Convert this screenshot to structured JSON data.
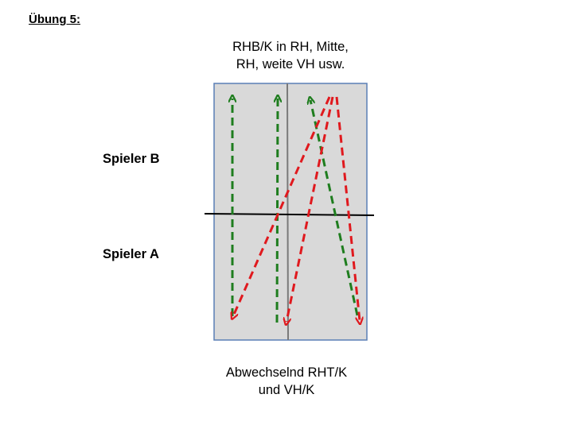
{
  "title": "Übung 5:",
  "top_caption": [
    "RHB/K in RH, Mitte,",
    "RH, weite VH usw."
  ],
  "player_b": "Spieler B",
  "player_a": "Spieler A",
  "bottom_caption": [
    "Abwechselnd RHT/K",
    "und VH/K"
  ],
  "colors": {
    "table_fill": "#d9d9d9",
    "table_border": "#5a7fb5",
    "green_arrow": "#1e7d1e",
    "red_arrow": "#e0191e"
  }
}
